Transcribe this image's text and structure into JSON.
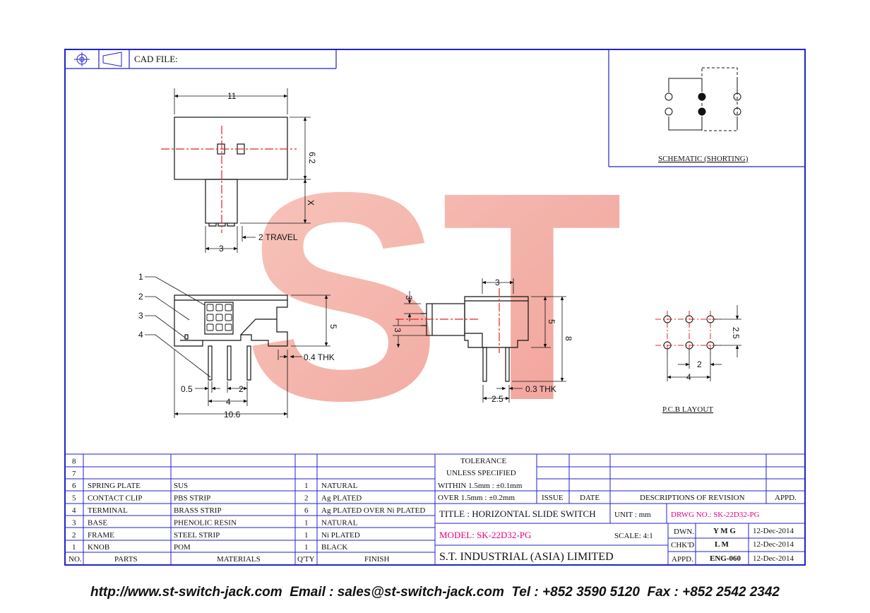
{
  "header": {
    "cad_file_label": "CAD FILE:"
  },
  "top_view": {
    "dim_width": "11",
    "dim_height": "6.2",
    "dim_x": "X",
    "dim_travel": "2 TRAVEL",
    "dim_pitch": "3"
  },
  "side_view": {
    "callouts": [
      "1",
      "2",
      "3",
      "4"
    ],
    "dim_height": "5",
    "dim_thk": "0.4 THK",
    "dim_pin": "0.5",
    "dim_pitch": "2",
    "dim_span": "4",
    "dim_length": "10.6"
  },
  "end_view": {
    "dim_top": "3",
    "dim_knob": "3",
    "dim_knob2": "3",
    "dim_body": "5",
    "dim_total": "8",
    "dim_pin": "2.5",
    "dim_thk": "0.3 THK"
  },
  "schematic": {
    "label": "SCHEMATIC (SHORTING)"
  },
  "pcb": {
    "label": "P.C.B LAYOUT",
    "dim_row": "2.5",
    "dim_pitch": "2",
    "dim_span": "4"
  },
  "watermark": {
    "text": "ST"
  },
  "bom": {
    "headers": {
      "no": "NO.",
      "parts": "PARTS",
      "materials": "MATERIALS",
      "qty": "Q'TY",
      "finish": "FINISH"
    },
    "rows": [
      {
        "no": "8",
        "part": "",
        "material": "",
        "qty": "",
        "finish": ""
      },
      {
        "no": "7",
        "part": "",
        "material": "",
        "qty": "",
        "finish": ""
      },
      {
        "no": "6",
        "part": "SPRING PLATE",
        "material": "SUS",
        "qty": "1",
        "finish": "NATURAL"
      },
      {
        "no": "5",
        "part": "CONTACT CLIP",
        "material": "PBS STRIP",
        "qty": "2",
        "finish": "Ag PLATED"
      },
      {
        "no": "4",
        "part": "TERMINAL",
        "material": "BRASS STRIP",
        "qty": "6",
        "finish": "Ag PLATED OVER Ni PLATED"
      },
      {
        "no": "3",
        "part": "BASE",
        "material": "PHENOLIC RESIN",
        "qty": "1",
        "finish": "NATURAL"
      },
      {
        "no": "2",
        "part": "FRAME",
        "material": "STEEL STRIP",
        "qty": "1",
        "finish": "Ni PLATED"
      },
      {
        "no": "1",
        "part": "KNOB",
        "material": "POM",
        "qty": "1",
        "finish": "BLACK"
      }
    ]
  },
  "title_block": {
    "tolerance_1": "TOLERANCE",
    "tolerance_2": "UNLESS   SPECIFIED",
    "tol_within": "WITHIN  1.5mm : ±0.1mm",
    "tol_over": "OVER    1.5mm : ±0.2mm",
    "issue": "ISSUE",
    "date": "DATE",
    "descriptions": "DESCRIPTIONS  OF  REVISION",
    "appd_header": "APPD.",
    "title": "TITLE : HORIZONTAL  SLIDE  SWITCH",
    "unit": "UNIT :   mm",
    "drwg_no": "DRWG NO.: SK-22D32-PG",
    "model": "MODEL: SK-22D32-PG",
    "scale": "SCALE:  4:1",
    "dwn_label": "DWN.",
    "dwn_name": "Y M G",
    "dwn_date": "12-Dec-2014",
    "chkd_label": "CHK'D",
    "chkd_name": "L M",
    "chkd_date": "12-Dec-2014",
    "company": "S.T.  INDUSTRIAL  (ASIA)  LIMITED",
    "appd_label": "APPD.",
    "appd_name": "ENG-060",
    "appd_date": "12-Dec-2014"
  },
  "footer": {
    "text": "http://www.st-switch-jack.com  Email : sales@st-switch-jack.com  Tel : +852 3590 5120  Fax : +852 2542 2342"
  },
  "colors": {
    "frame": "#2222cc",
    "centerline": "#e8232a",
    "watermark": "#f2a59a",
    "highlight": "#e6007e"
  }
}
